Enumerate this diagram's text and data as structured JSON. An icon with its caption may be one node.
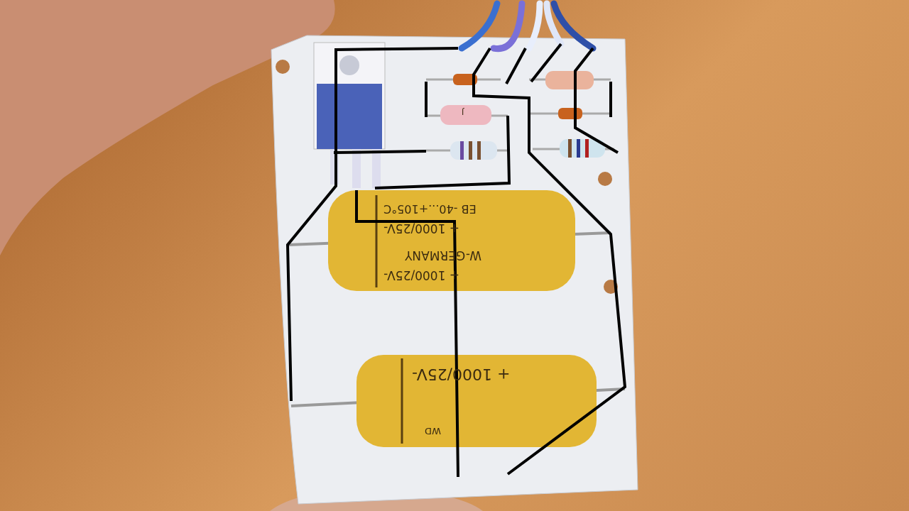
{
  "diagram": {
    "labels": [
      "J",
      "EB -40...+105°C",
      "+ 1000/25V-",
      "W-GERMANY",
      "+ 1000/25V-",
      "+ 1000/25V-",
      "WD"
    ]
  }
}
